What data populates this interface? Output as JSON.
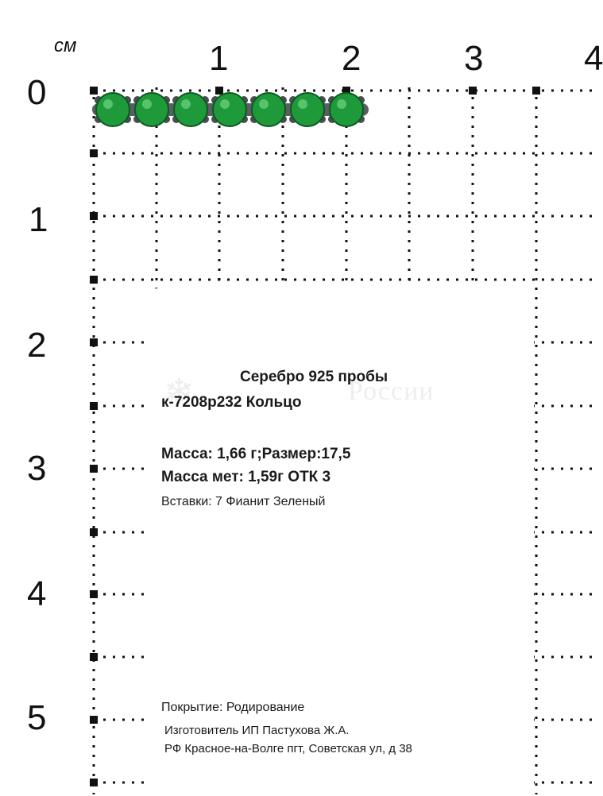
{
  "ruler": {
    "unit": "см",
    "x_ticks": [
      "1",
      "2",
      "3",
      "4"
    ],
    "y_ticks": [
      "0",
      "1",
      "2",
      "3",
      "4",
      "5"
    ]
  },
  "ring": {
    "stone_count": 7,
    "stone_color": "#1f9a3a",
    "metal_color": "#4a4d52"
  },
  "watermark": "России",
  "tag": {
    "line1": "Серебро 925 пробы",
    "line2": "к-7208р232 Кольцо",
    "line3": "Масса: 1,66 г;Размер:17,5",
    "line4": "Масса мет: 1,59г ОТК 3",
    "line5": "Вставки: 7 Фианит Зеленый",
    "coating": "Покрытие: Родирование",
    "maker": "Изготовитель ИП Пастухова Ж.А.",
    "address": "РФ Красное-на-Волге пгт, Советская ул, д 38"
  }
}
